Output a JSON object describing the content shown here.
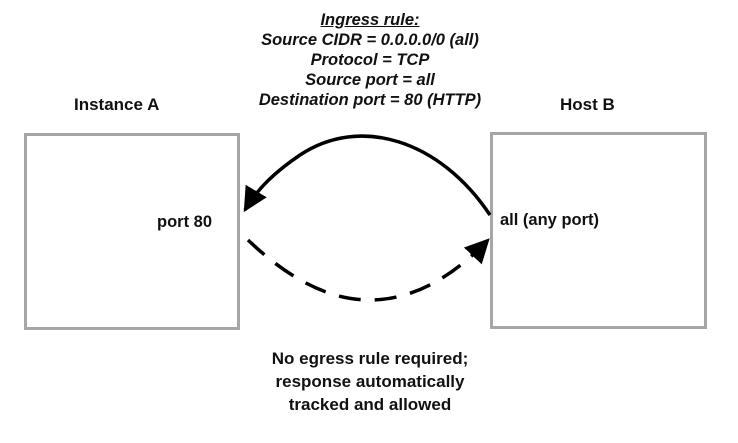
{
  "ingress_rule": {
    "title": "Ingress rule:",
    "lines": [
      "Source CIDR = 0.0.0.0/0 (all)",
      "Protocol = TCP",
      "Source port = all",
      "Destination port = 80 (HTTP)"
    ]
  },
  "nodes": {
    "instance_a": {
      "label": "Instance A",
      "port_label": "port 80"
    },
    "host_b": {
      "label": "Host B",
      "port_label": "all (any port)"
    }
  },
  "arrows": {
    "request": {
      "from": "host_b",
      "to": "instance_a",
      "style": "solid"
    },
    "response": {
      "from": "instance_a",
      "to": "host_b",
      "style": "dashed"
    }
  },
  "footer": {
    "lines": [
      "No egress rule required;",
      "response automatically",
      "tracked and allowed"
    ]
  },
  "colors": {
    "box_border": "#a6a6a6",
    "arrow": "#000000",
    "text": "#111111"
  }
}
